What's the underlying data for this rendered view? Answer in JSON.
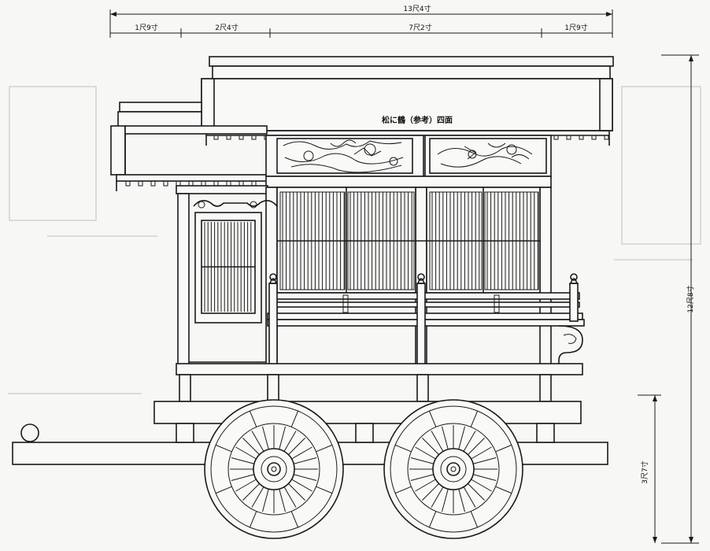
{
  "dimensions": {
    "overall_width": "13尺4寸",
    "segment_1": "1尺9寸",
    "segment_2": "2尺4寸",
    "segment_3": "7尺2寸",
    "segment_4": "1尺9寸",
    "overall_height": "12尺8寸",
    "wheel_height": "3尺7寸"
  },
  "carving_label": "松に鶴（参考）四面",
  "colors": {
    "line": "#1a1a1a",
    "paper": "#f7f7f5"
  }
}
